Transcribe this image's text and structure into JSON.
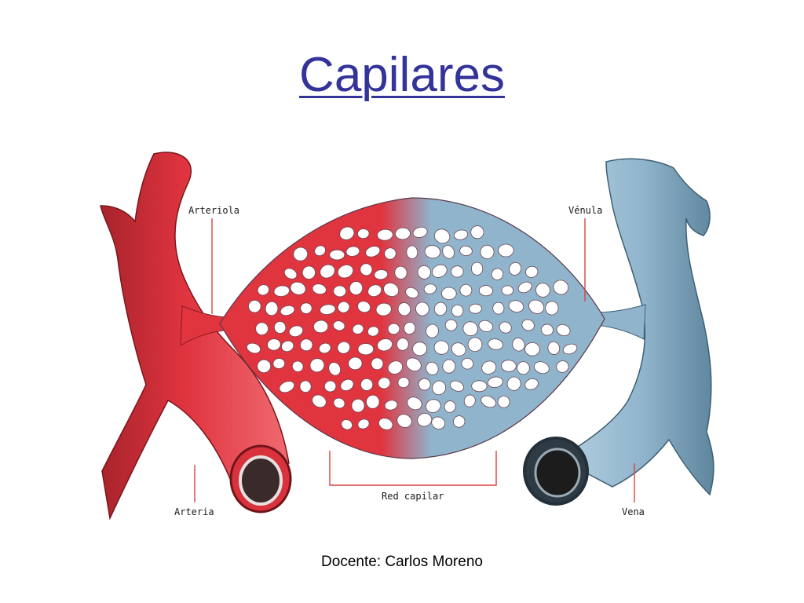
{
  "slide": {
    "title": "Capilares",
    "footer": "Docente: Carlos Moreno"
  },
  "colors": {
    "title": "#333399",
    "artery": "#e0343f",
    "artery_dark": "#9a1f26",
    "vein": "#8fb4cc",
    "vein_dark": "#4a6f86",
    "leader": "#d8443f"
  },
  "diagram": {
    "labels": {
      "arteriola": "Arteriola",
      "venula": "Vénula",
      "arteria": "Arteria",
      "vena": "Vena",
      "red_capilar": "Red capilar"
    }
  }
}
